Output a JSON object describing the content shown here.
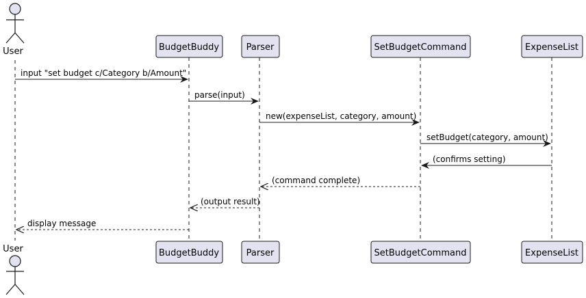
{
  "colors": {
    "box_fill": "#e2e2f0",
    "box_stroke": "#181818",
    "lifeline": "#181818",
    "arrow": "#181818"
  },
  "participants": [
    {
      "id": "user",
      "label": "User",
      "kind": "actor"
    },
    {
      "id": "budgetbuddy",
      "label": "BudgetBuddy",
      "kind": "participant"
    },
    {
      "id": "parser",
      "label": "Parser",
      "kind": "participant"
    },
    {
      "id": "setbudgetcommand",
      "label": "SetBudgetCommand",
      "kind": "participant"
    },
    {
      "id": "expenselist",
      "label": "ExpenseList",
      "kind": "participant"
    }
  ],
  "messages": [
    {
      "from": "user",
      "to": "budgetbuddy",
      "label": "input \"set budget c/Category b/Amount\"",
      "style": "solid"
    },
    {
      "from": "budgetbuddy",
      "to": "parser",
      "label": "parse(input)",
      "style": "solid"
    },
    {
      "from": "parser",
      "to": "setbudgetcommand",
      "label": "new(expenseList, category, amount)",
      "style": "solid"
    },
    {
      "from": "setbudgetcommand",
      "to": "expenselist",
      "label": "setBudget(category, amount)",
      "style": "solid"
    },
    {
      "from": "expenselist",
      "to": "setbudgetcommand",
      "label": "(confirms setting)",
      "style": "solid"
    },
    {
      "from": "setbudgetcommand",
      "to": "parser",
      "label": "(command complete)",
      "style": "dashed"
    },
    {
      "from": "parser",
      "to": "budgetbuddy",
      "label": "(output result)",
      "style": "dashed"
    },
    {
      "from": "budgetbuddy",
      "to": "user",
      "label": "display message",
      "style": "dashed"
    }
  ]
}
